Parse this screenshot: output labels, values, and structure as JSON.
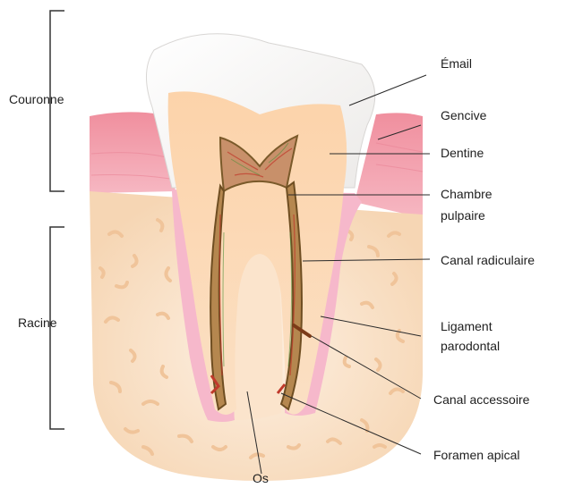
{
  "regions": {
    "crown": "Couronne",
    "root": "Racine"
  },
  "labels": {
    "enamel": "Émail",
    "gum": "Gencive",
    "dentin": "Dentine",
    "pulp_chamber_line1": "Chambre",
    "pulp_chamber_line2": "pulpaire",
    "root_canal": "Canal radiculaire",
    "pdl_line1": "Ligament",
    "pdl_line2": "parodontal",
    "accessory_canal": "Canal accessoire",
    "apical_foramen": "Foramen apical",
    "bone": "Os"
  },
  "colors": {
    "enamel": "#ffffff",
    "gum": "#ef9aa8",
    "dentin": "#fbd7b4",
    "pulp": "#c9a06a",
    "bone": "#fbe3c8",
    "ligament": "#f6b8cb"
  }
}
